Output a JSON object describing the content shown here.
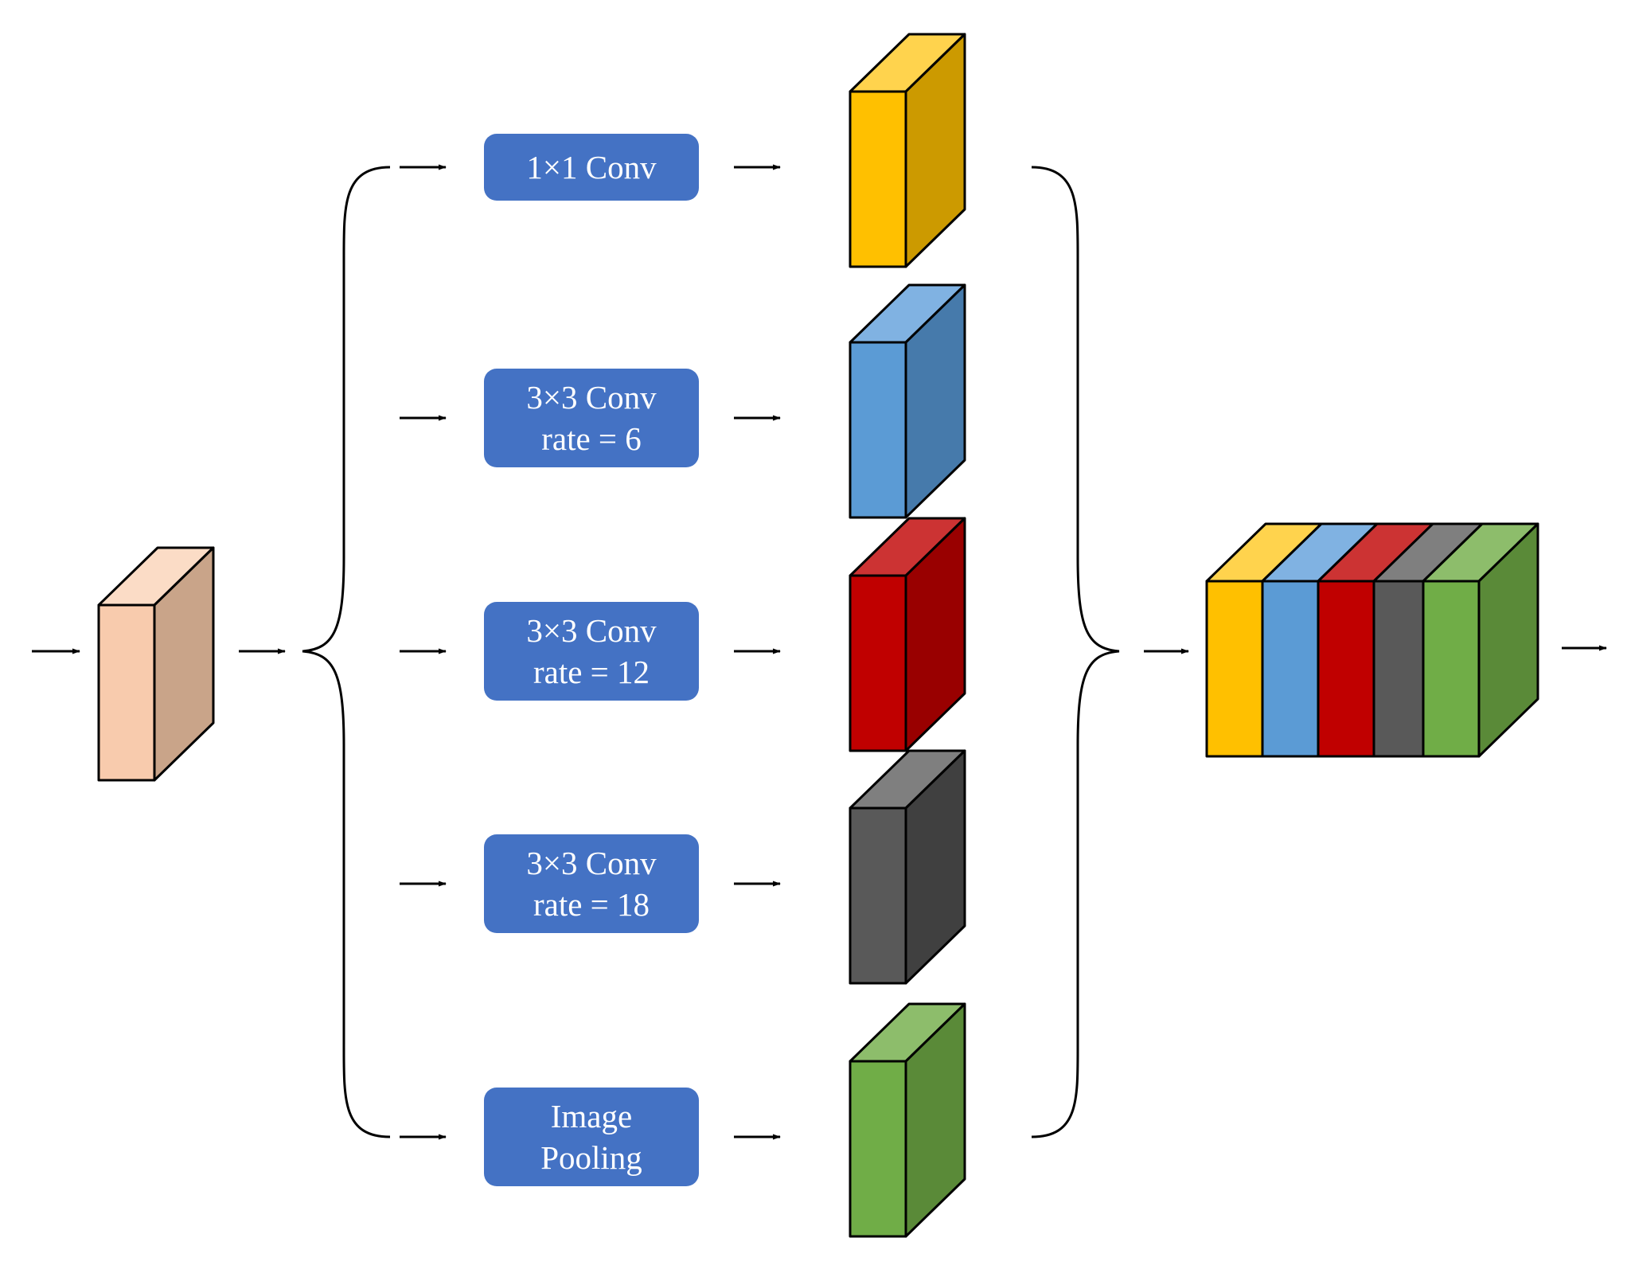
{
  "branches": [
    {
      "lines": [
        "1×1 Conv"
      ],
      "face": "#FFC000",
      "side": "#CC9A00",
      "top": "#FFD34D"
    },
    {
      "lines": [
        "3×3 Conv",
        "rate = 6"
      ],
      "face": "#5B9BD5",
      "side": "#467AAB",
      "top": "#80B2E2"
    },
    {
      "lines": [
        "3×3 Conv",
        "rate = 12"
      ],
      "face": "#C00000",
      "side": "#990000",
      "top": "#CC3333"
    },
    {
      "lines": [
        "3×3 Conv",
        "rate = 18"
      ],
      "face": "#595959",
      "side": "#404040",
      "top": "#7F7F7F"
    },
    {
      "lines": [
        "Image",
        "Pooling"
      ],
      "face": "#70AD47",
      "side": "#5A8A38",
      "top": "#8DBD6B"
    }
  ],
  "input_block": {
    "face": "#F8CBAD",
    "side": "#C9A489",
    "top": "#FBDCC6"
  },
  "op_box_color": "#4472C4",
  "concat_side": "#5A8A38"
}
